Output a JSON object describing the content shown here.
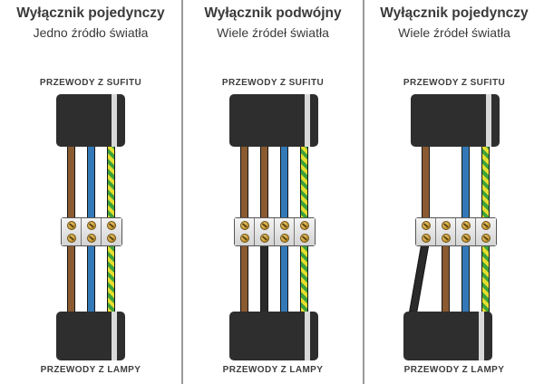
{
  "colors": {
    "brown": "#8a5a30",
    "blue": "#3379b7",
    "black": "#2a2a2a",
    "yellow": "#e6de2d",
    "green": "#3da23a"
  },
  "columns": [
    {
      "title": "Wyłącznik pojedynczy",
      "subtitle": "Jedno źródło światła",
      "top_label": "PRZEWODY Z SUFITU",
      "bottom_label": "PRZEWODY Z LAMPY",
      "terminals": 3,
      "top_wires": [
        {
          "color": "brown",
          "slot": 0
        },
        {
          "color": "blue",
          "slot": 1
        },
        {
          "color": "yellow-green",
          "slot": 2
        }
      ],
      "bottom_wires": [
        {
          "color": "brown",
          "slot": 0
        },
        {
          "color": "blue",
          "slot": 1
        },
        {
          "color": "yellow-green",
          "slot": 2
        }
      ]
    },
    {
      "title": "Wyłącznik podwójny",
      "subtitle": "Wiele źródeł światła",
      "top_label": "PRZEWODY Z SUFITU",
      "bottom_label": "PRZEWODY Z LAMPY",
      "terminals": 4,
      "top_wires": [
        {
          "color": "brown",
          "slot": 0
        },
        {
          "color": "brown",
          "slot": 1
        },
        {
          "color": "blue",
          "slot": 2
        },
        {
          "color": "yellow-green",
          "slot": 3
        }
      ],
      "bottom_wires": [
        {
          "color": "brown",
          "slot": 0
        },
        {
          "color": "black",
          "slot": 1
        },
        {
          "color": "blue",
          "slot": 2
        },
        {
          "color": "yellow-green",
          "slot": 3
        }
      ]
    },
    {
      "title": "Wyłącznik pojedynczy",
      "subtitle": "Wiele źródeł światła",
      "top_label": "PRZEWODY Z SUFITU",
      "bottom_label": "PRZEWODY Z LAMPY",
      "terminals": 4,
      "top_wires": [
        {
          "color": "brown",
          "slot": 0
        },
        {
          "color": "blue",
          "slot": 2
        },
        {
          "color": "yellow-green",
          "slot": 3
        }
      ],
      "bottom_wires": [
        {
          "color": "black",
          "slot": 0,
          "diagonal": true
        },
        {
          "color": "brown",
          "slot": 1
        },
        {
          "color": "blue",
          "slot": 2
        },
        {
          "color": "yellow-green",
          "slot": 3
        }
      ]
    }
  ]
}
